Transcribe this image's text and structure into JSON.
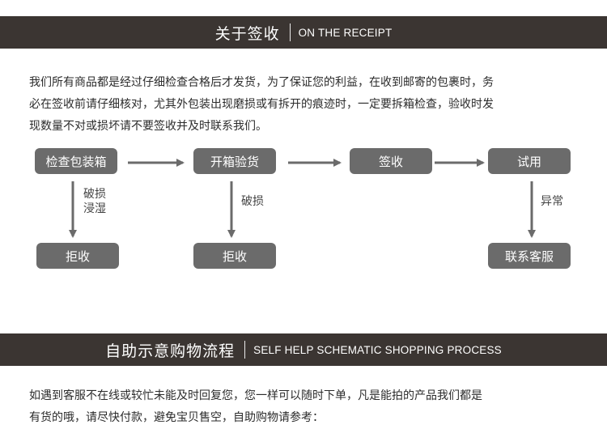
{
  "section1": {
    "title_zh": "关于签收",
    "title_en": "ON THE RECEIPT",
    "paragraph_lines": [
      "我们所有商品都是经过仔细检查合格后才发货，为了保证您的利益，在收到邮寄的包裹时，务",
      "必在签收前请仔细核对，尤其外包装出现磨损或有拆开的痕迹时，一定要拆箱检查，验收时发",
      "现数量不对或损坏请不要签收并及时联系我们。"
    ]
  },
  "flow": {
    "steps": [
      "检查包装箱",
      "开箱验货",
      "签收",
      "试用"
    ],
    "outcomes": [
      "拒收",
      "拒收",
      "联系客服"
    ],
    "conditions": {
      "first_line1": "破损",
      "first_line2": "浸湿",
      "second": "破损",
      "fourth": "异常"
    }
  },
  "section2": {
    "title_zh": "自助示意购物流程",
    "title_en": "SELF HELP SCHEMATIC SHOPPING PROCESS",
    "paragraph_lines": [
      "如遇到客服不在线或较忙未能及时回复您，您一样可以随时下单，凡是能拍的产品我们都是",
      "有货的哦，请尽快付款，避免宝贝售空，自助购物请参考："
    ]
  },
  "colors": {
    "banner_bg": "#3b3532",
    "box_bg": "#6b6b6b",
    "arrow": "#6b6b6b"
  }
}
